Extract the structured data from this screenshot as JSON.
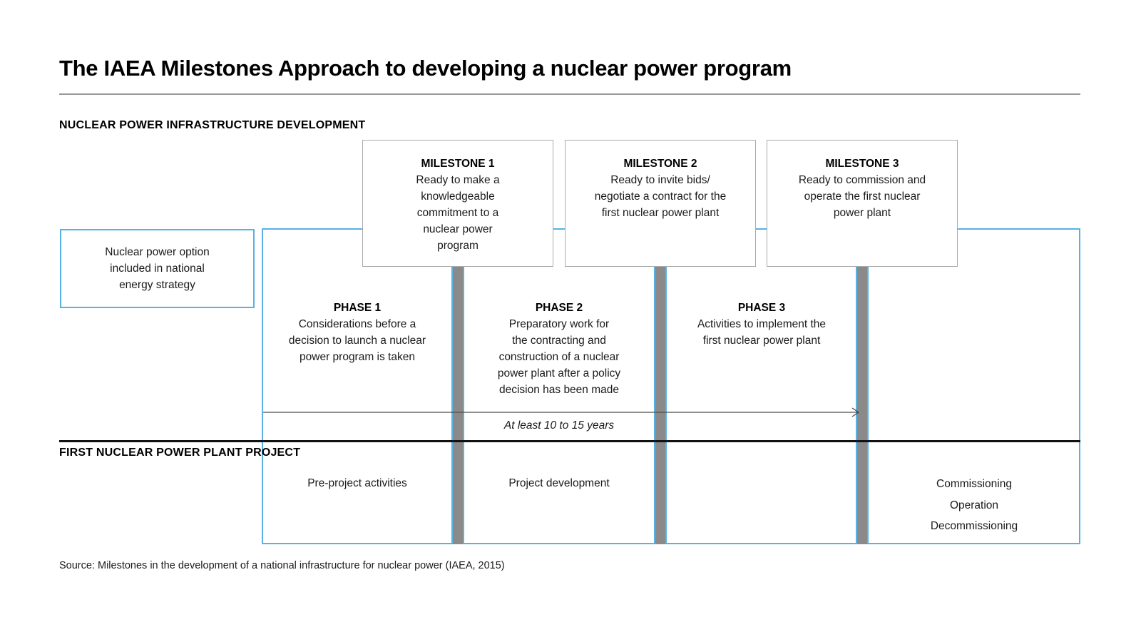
{
  "header": {
    "title": "The IAEA Milestones Approach to developing a nuclear power program"
  },
  "sections": {
    "infrastructure": "NUCLEAR POWER INFRASTRUCTURE DEVELOPMENT",
    "project": "FIRST NUCLEAR POWER PLANT PROJECT"
  },
  "strategy_box": {
    "lines": [
      "Nuclear power option",
      "included in national",
      "energy strategy"
    ]
  },
  "milestones": [
    {
      "title": "MILESTONE 1",
      "lines": [
        "Ready to make a",
        "knowledgeable",
        "commitment to a",
        "nuclear power",
        "program"
      ]
    },
    {
      "title": "MILESTONE 2",
      "lines": [
        "Ready to invite bids/",
        "negotiate a contract for the",
        "first nuclear power plant"
      ]
    },
    {
      "title": "MILESTONE 3",
      "lines": [
        "Ready to commission and",
        "operate the first nuclear",
        "power plant"
      ]
    }
  ],
  "phases": [
    {
      "title": "PHASE 1",
      "lines": [
        "Considerations before a",
        "decision to launch a nuclear",
        "power program is taken"
      ]
    },
    {
      "title": "PHASE 2",
      "lines": [
        "Preparatory work for",
        "the contracting and",
        "construction of a nuclear",
        "power plant after a policy",
        "decision has been made"
      ]
    },
    {
      "title": "PHASE 3",
      "lines": [
        "Activities to implement the",
        "first nuclear power plant"
      ]
    }
  ],
  "timeline": {
    "label": "At least 10 to 15 years"
  },
  "project_row": {
    "phase1": "Pre-project activities",
    "phase2": "Project development",
    "phase4_lines": [
      "Commissioning",
      "Operation",
      "Decommissioning"
    ]
  },
  "source": "Source: Milestones in the development of a national infrastructure for nuclear power (IAEA, 2015)",
  "colors": {
    "accent_blue": "#56B2E2",
    "bar_gray": "#8A8A8A",
    "box_border_gray": "#A9A9A9",
    "rule_gray": "#999999",
    "line_black": "#111111"
  }
}
